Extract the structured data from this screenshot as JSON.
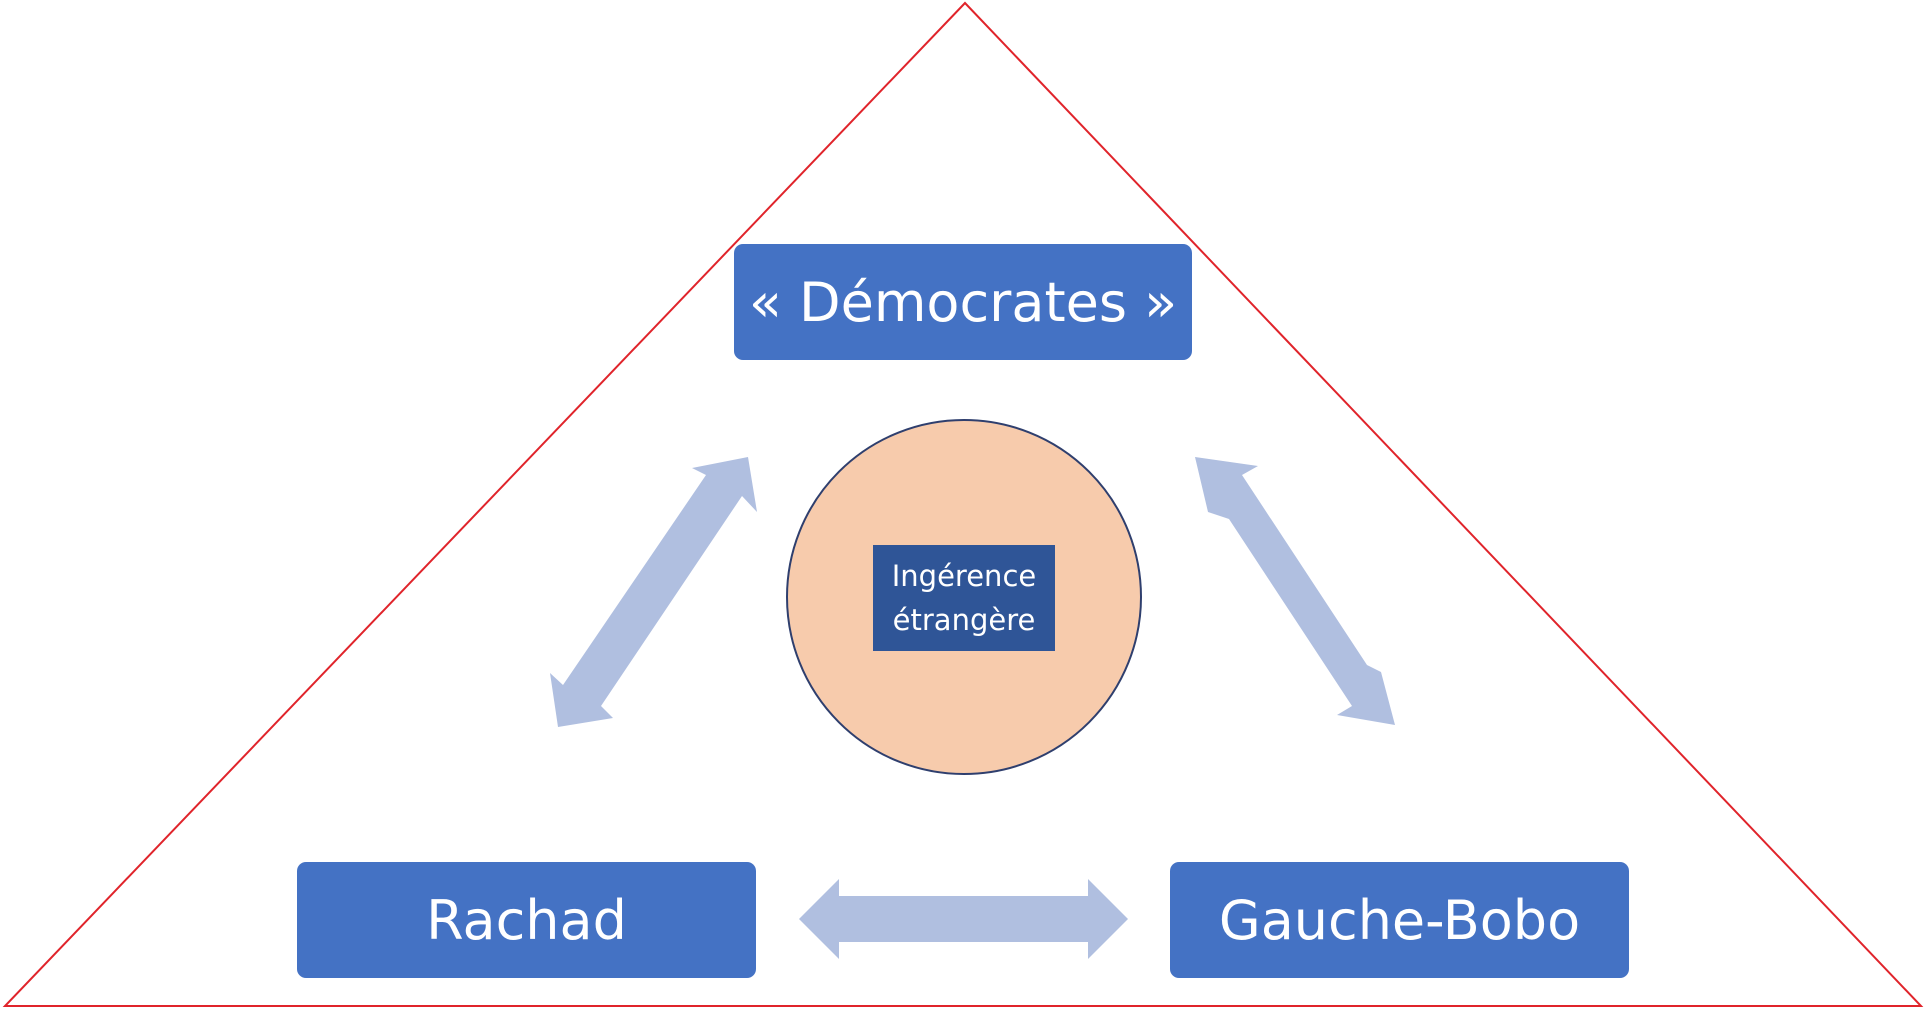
{
  "colors": {
    "frame_stroke": "#e0242b",
    "node_fill": "#4472c4",
    "arrow_fill": "#b0bfe0",
    "circle_fill": "#f7cbac",
    "circle_stroke": "#2f3f6e",
    "center_box_fill": "#2f5597",
    "text": "#ffffff"
  },
  "nodes": {
    "top": {
      "label": "« Démocrates »"
    },
    "left": {
      "label": "Rachad"
    },
    "right": {
      "label": "Gauche-Bobo"
    }
  },
  "center": {
    "label": "Ingérence\nétrangère"
  }
}
